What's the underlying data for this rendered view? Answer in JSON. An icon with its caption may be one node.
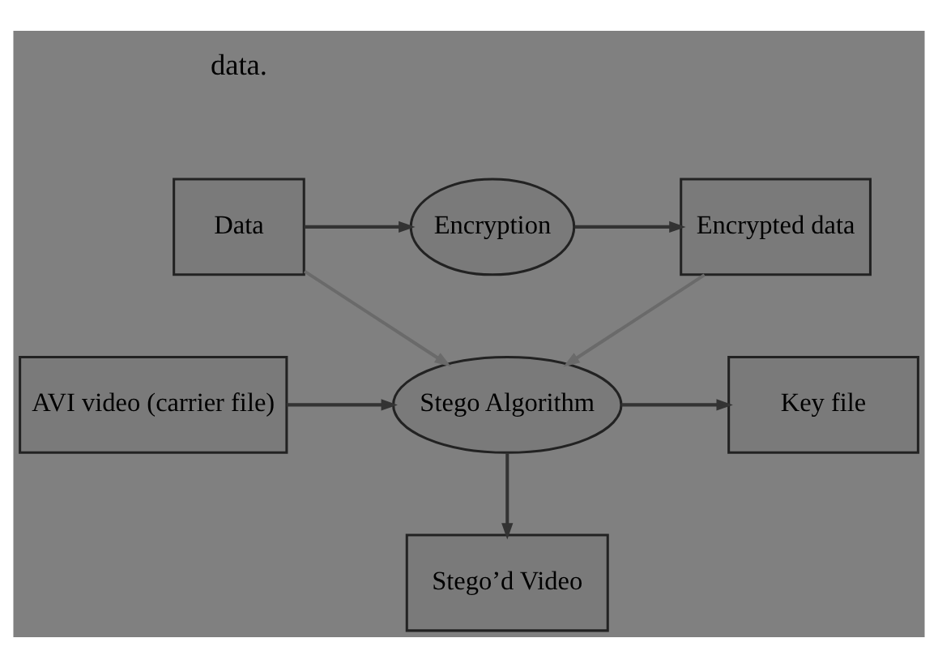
{
  "diagram": {
    "nodes": [
      {
        "text": [
          "Data"
        ]
      },
      {
        "text": [
          "Encryption"
        ]
      },
      {
        "text": [
          "Encrypted data"
        ]
      },
      {
        "text": [
          "AVI video (carrier file)"
        ]
      },
      {
        "text": [
          "Stego Algorithm"
        ]
      },
      {
        "text": [
          "Key file"
        ]
      },
      {
        "text": [
          "Stego’d Video"
        ]
      }
    ],
    "edges": [
      {
        "from": 0,
        "to": 1,
        "arrow": "to"
      },
      {
        "from": 1,
        "to": 2,
        "arrow": "to"
      },
      {
        "from": 0,
        "to": 4,
        "arrow": "to",
        "color": "#6a6a6a"
      },
      {
        "from": 2,
        "to": 4,
        "arrow": "to",
        "color": "#6a6a6a"
      },
      {
        "from": 3,
        "to": 4,
        "arrow": "to"
      },
      {
        "from": 4,
        "to": 5,
        "arrow": "to"
      },
      {
        "from": 4,
        "to": 6,
        "arrow": "to"
      }
    ],
    "labels": [
      "data."
    ]
  }
}
